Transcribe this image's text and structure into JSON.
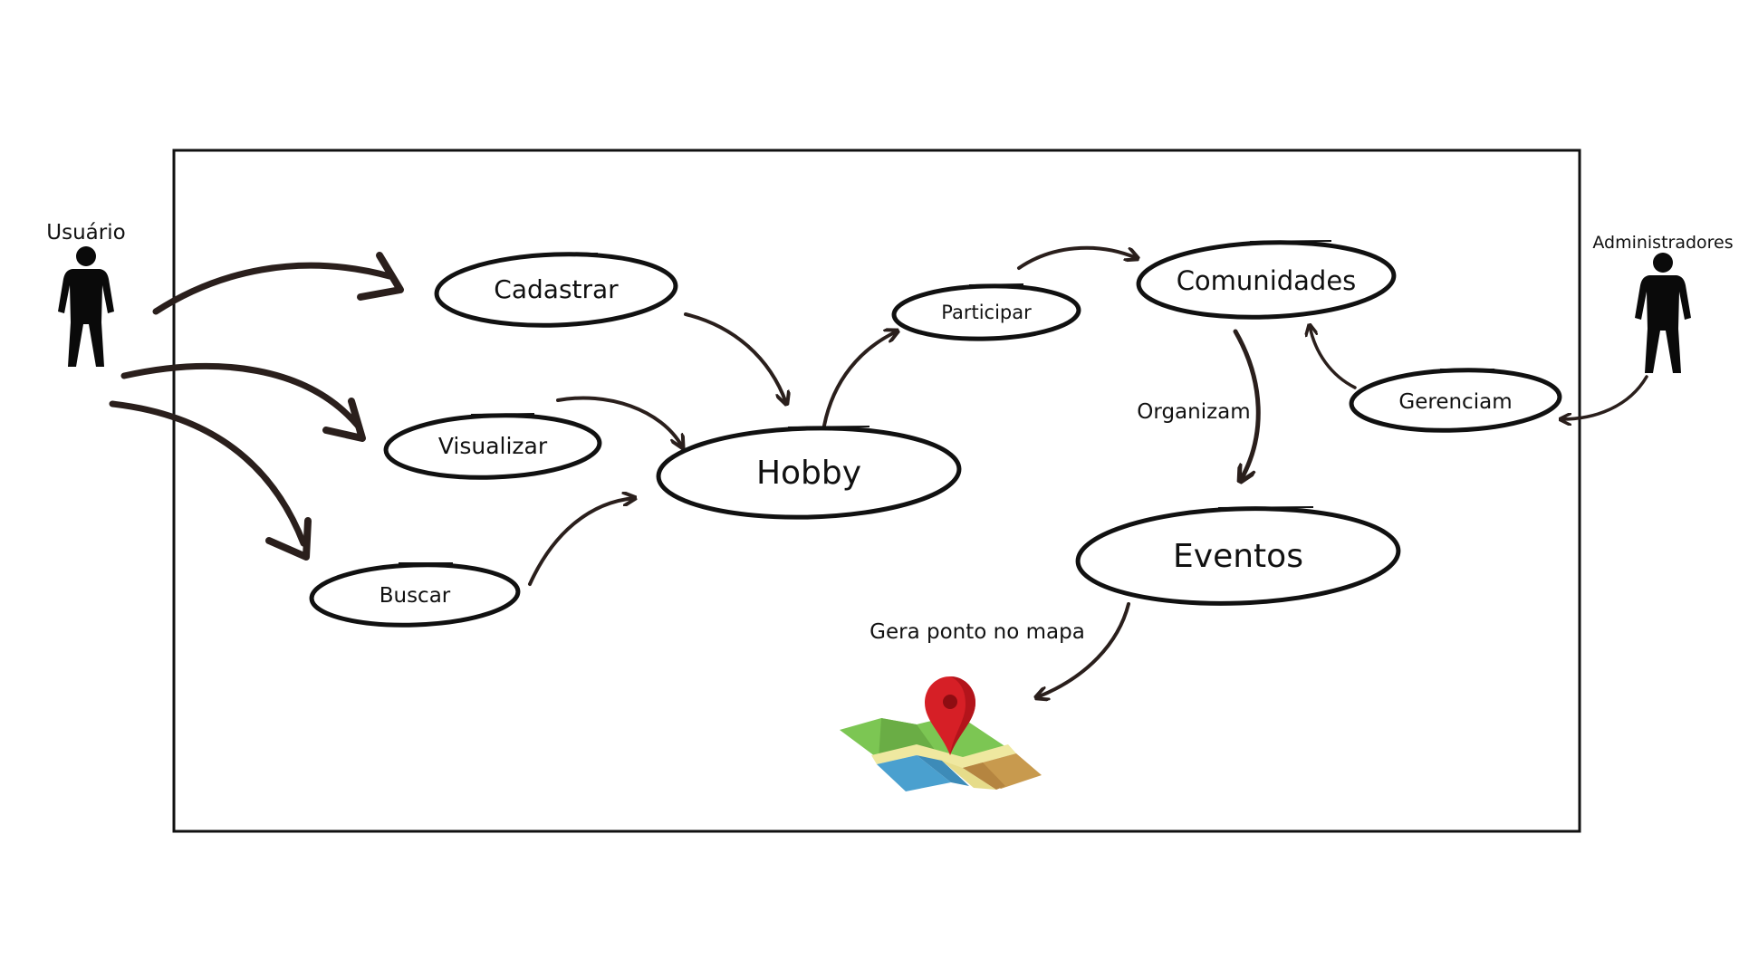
{
  "actors": {
    "user": "Usuário",
    "admin": "Administradores"
  },
  "use_cases": {
    "cadastrar": "Cadastrar",
    "visualizar": "Visualizar",
    "buscar": "Buscar",
    "hobby": "Hobby",
    "participar": "Participar",
    "comunidades": "Comunidades",
    "gerenciam": "Gerenciam",
    "eventos": "Eventos"
  },
  "relations": {
    "organizam": "Organizam",
    "gera_ponto": "Gera ponto no mapa"
  },
  "colors": {
    "stroke": "#111111",
    "arrow": "#2a1f1c",
    "pin": "#d61f26",
    "map_green": "#7cc653",
    "map_blue": "#4aa0cf",
    "map_yellow": "#efe8a0",
    "map_orange": "#c89a4e"
  },
  "icons": {
    "actor": "stick-figure-icon",
    "map": "map-with-pin-icon"
  }
}
